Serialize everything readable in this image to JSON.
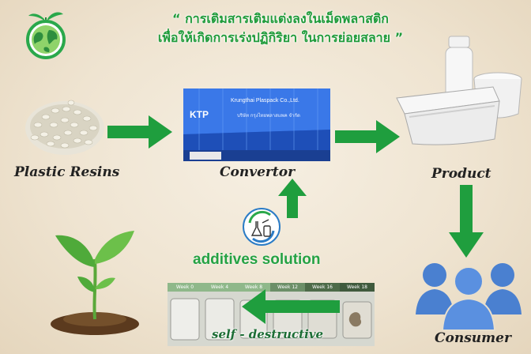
{
  "title": {
    "line1": "“ การเติมสารเติมแต่งลงในเม็ดพลาสติก",
    "line2": "เพื่อให้เกิดการเร่งปฏิกิริยา ในการย่อยสลาย ”"
  },
  "nodes": {
    "plastic_resins": "Plastic Resins",
    "convertor": "Convertor",
    "product": "Product",
    "consumer": "Consumer",
    "additives": "additives solution",
    "self_destructive": "self - destructive"
  },
  "factory_sign": {
    "company": "Krungthai Plaspack Co.,Ltd.",
    "company_thai": "บริษัท กรุงไทยพลาสแพค จำกัด",
    "logo": "KTP"
  },
  "weeks": [
    "Week 0",
    "Week 4",
    "Week 8",
    "Week 12",
    "Week 16",
    "Week 18"
  ],
  "colors": {
    "accent_green": "#1f9b3a",
    "arrow_green": "#1f9e3e",
    "consumer_blue": "#4a80d0",
    "factory_blue": "#1e56c8"
  },
  "icons": {
    "globe": "eco-globe-icon",
    "additives": "lab-flask-cycle-icon",
    "consumer": "people-group-icon",
    "plant": "seedling-icon"
  }
}
